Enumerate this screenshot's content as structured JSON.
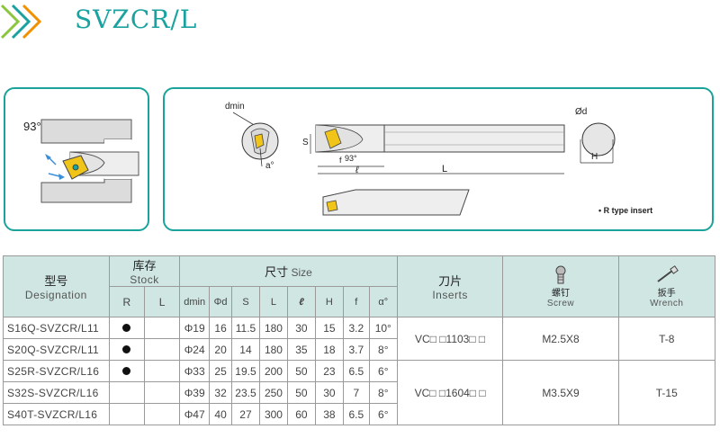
{
  "header": {
    "title": "SVZCR/L",
    "accent_color": "#1aa2a0",
    "chevron_colors": [
      "#8cc63f",
      "#1aa2a0",
      "#f29100"
    ]
  },
  "diagram_left": {
    "angle_label": "93°"
  },
  "diagram_right": {
    "dmin_label": "dmin",
    "alpha_label": "a°",
    "s_label": "S",
    "f_label": "f",
    "angle_label": "93°",
    "l_italic_label": "ℓ",
    "L_label": "L",
    "od_label": "Ød",
    "h_label": "H",
    "note": "• R type insert"
  },
  "table": {
    "headers": {
      "designation_cn": "型号",
      "designation_en": "Designation",
      "stock_cn": "库存",
      "stock_en": "Stock",
      "size_cn": "尺寸",
      "size_en": "Size",
      "inserts_cn": "刀片",
      "inserts_en": "Inserts",
      "screw_cn": "螺钉",
      "screw_en": "Screw",
      "wrench_cn": "扳手",
      "wrench_en": "Wrench",
      "stock_cols": [
        "R",
        "L"
      ],
      "size_cols": [
        "dmin",
        "Φd",
        "S",
        "L",
        "ℓ",
        "H",
        "f",
        "α°"
      ]
    },
    "rows": [
      {
        "designation": "S16Q-SVZCR/L11",
        "r": true,
        "l": false,
        "dmin": "Φ19",
        "d": "16",
        "s": "11.5",
        "L": "180",
        "ell": "30",
        "h": "15",
        "f": "3.2",
        "a": "10°"
      },
      {
        "designation": "S20Q-SVZCR/L11",
        "r": true,
        "l": false,
        "dmin": "Φ24",
        "d": "20",
        "s": "14",
        "L": "180",
        "ell": "35",
        "h": "18",
        "f": "3.7",
        "a": "8°"
      },
      {
        "designation": "S25R-SVZCR/L16",
        "r": true,
        "l": false,
        "dmin": "Φ33",
        "d": "25",
        "s": "19.5",
        "L": "200",
        "ell": "50",
        "h": "23",
        "f": "6.5",
        "a": "6°"
      },
      {
        "designation": "S32S-SVZCR/L16",
        "r": false,
        "l": false,
        "dmin": "Φ39",
        "d": "32",
        "s": "23.5",
        "L": "250",
        "ell": "50",
        "h": "30",
        "f": "7",
        "a": "8°"
      },
      {
        "designation": "S40T-SVZCR/L16",
        "r": false,
        "l": false,
        "dmin": "Φ47",
        "d": "40",
        "s": "27",
        "L": "300",
        "ell": "60",
        "h": "38",
        "f": "6.5",
        "a": "6°"
      }
    ],
    "groups": [
      {
        "insert": "VC□ □1103□ □",
        "screw": "M2.5X8",
        "wrench": "T-8"
      },
      {
        "insert": "VC□ □1604□ □",
        "screw": "M3.5X9",
        "wrench": "T-15"
      }
    ]
  }
}
